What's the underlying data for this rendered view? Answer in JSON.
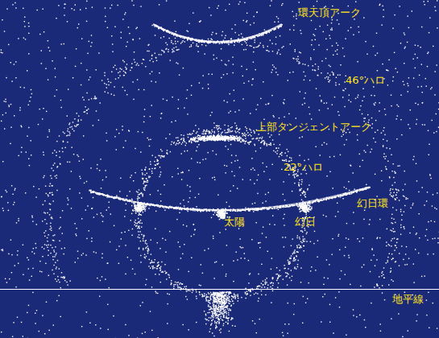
{
  "diagram": {
    "labels": [
      "環天頂アーク",
      "46°ハロ",
      "上部タンジェントアーク",
      "22°ハロ",
      "幻日環",
      "太陽",
      "幻日",
      "地平線"
    ]
  }
}
